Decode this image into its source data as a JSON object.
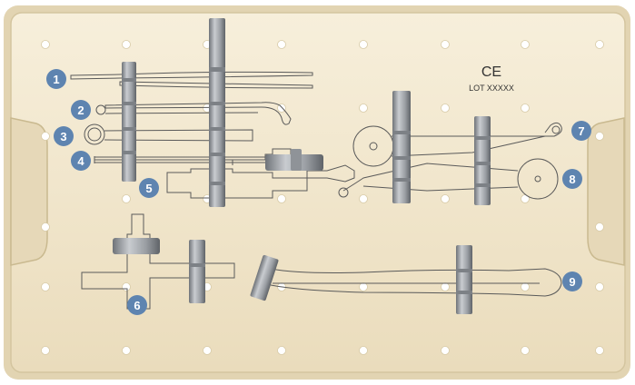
{
  "tray": {
    "ce_mark": "CE",
    "lot_text": "LOT XXXXX"
  },
  "badges": [
    {
      "label": "1"
    },
    {
      "label": "2"
    },
    {
      "label": "3"
    },
    {
      "label": "4"
    },
    {
      "label": "5"
    },
    {
      "label": "6"
    },
    {
      "label": "7"
    },
    {
      "label": "8"
    },
    {
      "label": "9"
    }
  ],
  "colors": {
    "tray_fill": "#f2e8d0",
    "tray_edge": "#d9ccaa",
    "badge_fill": "#5e84b0",
    "clip_metal": "#9a9da2",
    "outline": "#5a5a5a"
  }
}
